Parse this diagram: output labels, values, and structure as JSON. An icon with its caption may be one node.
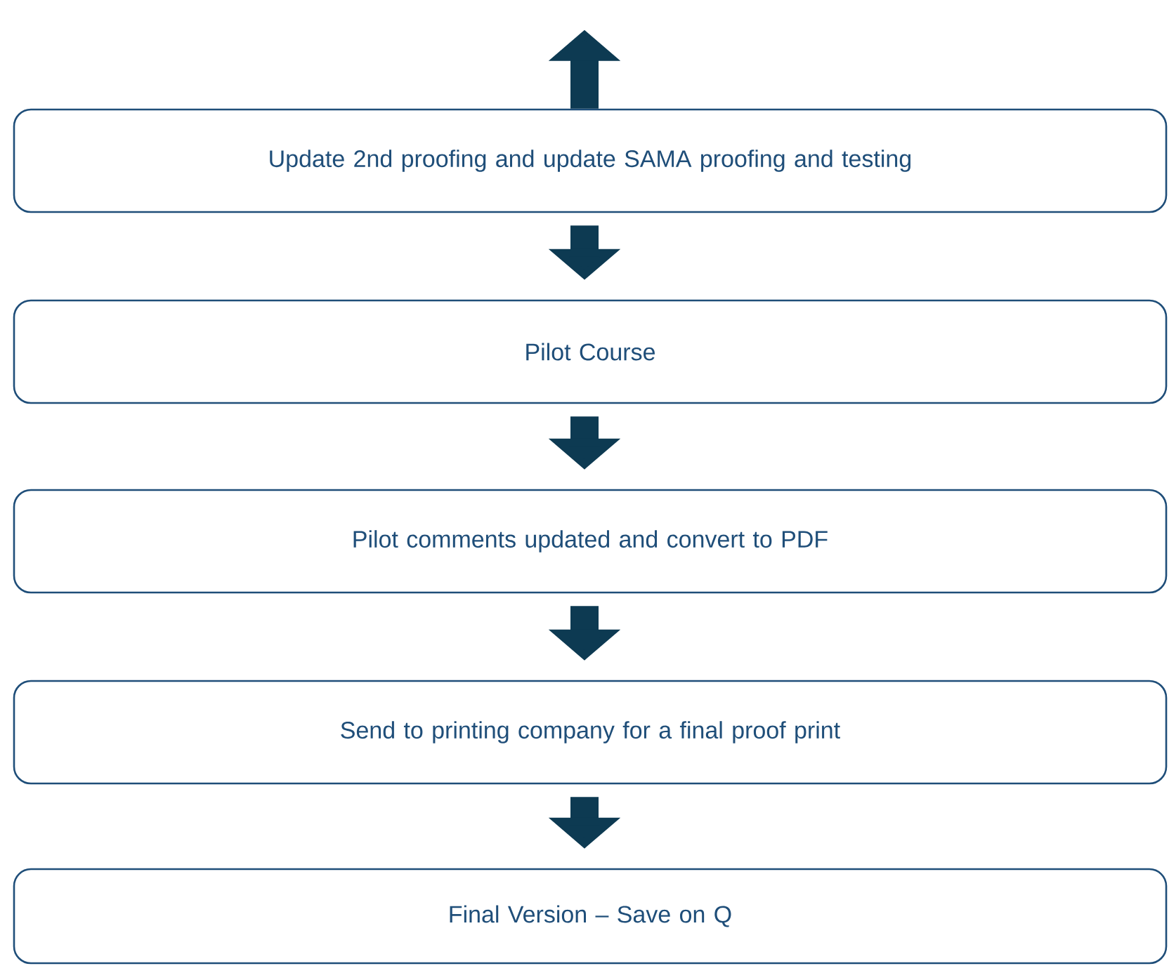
{
  "diagram": {
    "nodes": [
      {
        "text": [
          "Update 2nd proofing and update SAMA proofing and testing"
        ]
      },
      {
        "text": [
          "Pilot Course"
        ]
      },
      {
        "text": [
          "Pilot comments updated and convert to PDF"
        ]
      },
      {
        "text": [
          "Send to printing company for a final proof print"
        ]
      },
      {
        "text": [
          "Final Version – Save on Q"
        ]
      }
    ],
    "edges": [
      {
        "from": 0,
        "to": null,
        "arrow": "to"
      },
      {
        "from": 0,
        "to": 1,
        "arrow": "to"
      },
      {
        "from": 1,
        "to": 2,
        "arrow": "to"
      },
      {
        "from": 2,
        "to": 3,
        "arrow": "to"
      },
      {
        "from": 3,
        "to": 4,
        "arrow": "to"
      }
    ]
  }
}
